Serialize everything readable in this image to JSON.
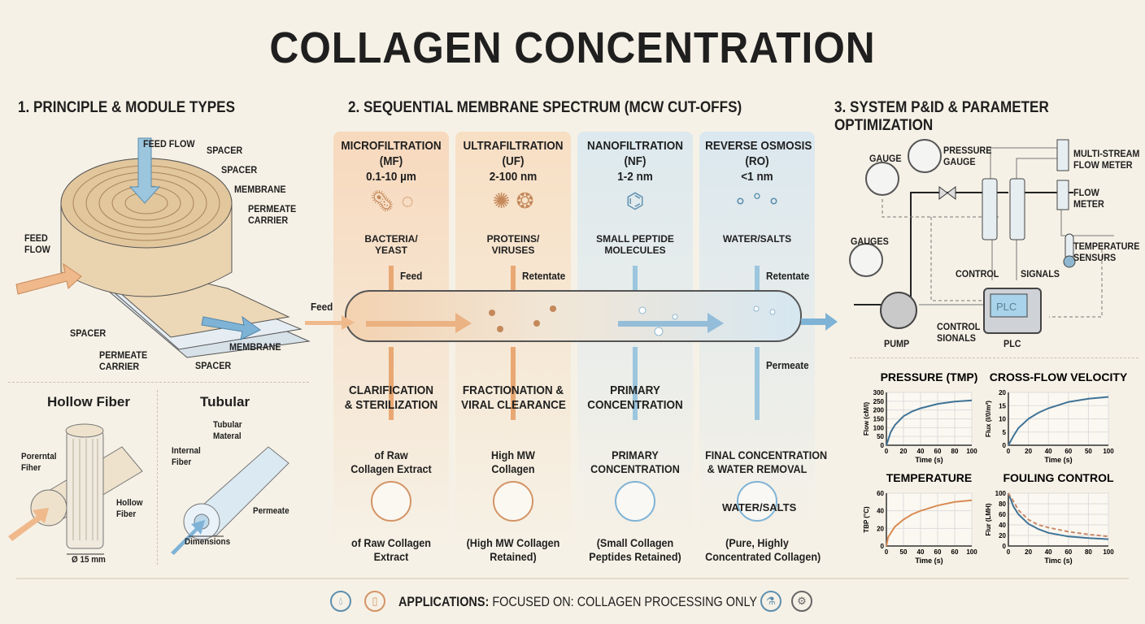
{
  "title": "COLLAGEN CONCENTRATION",
  "sections": {
    "s1": "1. PRINCIPLE & MODULE TYPES",
    "s2": "2. SEQUENTIAL MEMBRANE SPECTRUM (MCW CUT-OFFS)",
    "s3": "3. SYSTEM P&ID & PARAMETER OPTIMIZATION"
  },
  "spiral": {
    "feed_flow_top": "FEED FLOW",
    "feed_flow_left": "FEED\nFLOW",
    "spacer1": "SPACER",
    "spacer2": "SPACER",
    "membrane1": "MEMBRANE",
    "permeate_carrier1": "PERMEATE\nCARRIER",
    "spacer3": "SPACER",
    "permeate_carrier2": "PERMEATE\nCARRIER",
    "spacer4": "SPACER",
    "membrane2": "MEMBRANE"
  },
  "hollow": {
    "title": "Hollow Fiber",
    "porental": "Porerntal\nFiher",
    "hollow_fiber": "Hollow\nFiber",
    "dim": "Ø 15 mm"
  },
  "tubular": {
    "title": "Tubular",
    "material": "Tubular\nMateral",
    "internal": "Internal\nFiber",
    "permeate": "Permeate",
    "dimensions": "Dimensions"
  },
  "stages": [
    {
      "name": "MICROFILTRATION",
      "abbr": "(MF)",
      "range": "0.1-10 µm",
      "target": "BACTERIA/\nYEAST",
      "flow": "Feed",
      "purpose": "CLARIFICATION\n& STERILIZATION",
      "output": "of Raw\nCollagen Extract",
      "result": "of Raw Collagen\nExtract",
      "color": "#f7d9bd"
    },
    {
      "name": "ULTRAFILTRATION",
      "abbr": "(UF)",
      "range": "2-100 nm",
      "target": "PROTEINS/\nVIRUSES",
      "flow": "Retentate",
      "purpose": "FRACTIONATION &\nVIRAL CLEARANCE",
      "output": "High MW\nCollagen",
      "result": "(High MW Collagen\nRetained)",
      "color": "#f7dfc4"
    },
    {
      "name": "NANOFILTRATION",
      "abbr": "(NF)",
      "range": "1-2 nm",
      "target": "SMALL PEPTIDE\nMOLECULES",
      "flow": "",
      "purpose": "PRIMARY\nCONCENTRATION",
      "output": "PRIMARY\nCONCENTRATION",
      "result": "(Small Collagen\nPeptides Retained)",
      "color": "#dde9ee"
    },
    {
      "name": "REVERSE OSMOSIS",
      "abbr": "(RO)",
      "range": "<1 nm",
      "target": "WATER/SALTS",
      "flow": "Retentate",
      "purpose": "",
      "output": "FINAL CONCENTRATION\n& WATER REMOVAL",
      "result": "(Pure, Highly\nConcentrated Collagen)",
      "color": "#dbe8ef"
    }
  ],
  "pipe": {
    "feed": "Feed",
    "permeate": "Permeate",
    "ro_salts": "WATER/SALTS"
  },
  "pid": {
    "gauge": "GAUGE",
    "pressure_gauge": "PRESSURE\nGAUGE",
    "multi_stream": "MULTI-STREAM\nFLOW METER",
    "flow_meter": "FLOW\nMETER",
    "gauges": "GAUGES",
    "temp_sensors": "TEMPERATURE\nSENSURS",
    "control": "CONTROL",
    "signals": "SIGNALS",
    "control_signals": "CONTROL\nSIONALS",
    "pump": "PUMP",
    "plc": "PLC",
    "plc_screen": "PLC"
  },
  "footer": {
    "bold": "APPLICATIONS:",
    "text": " FOCUSED ON: COLLAGEN PROCESSING ONLY"
  },
  "chart_data": [
    {
      "type": "line",
      "title": "PRESSURE (TMP)",
      "xlabel": "Time (s)",
      "ylabel": "Flow (cM/l)",
      "xlim": [
        0,
        100
      ],
      "ylim": [
        0,
        300
      ],
      "xticks": [
        "0",
        "20",
        "40",
        "60",
        "80",
        "100"
      ],
      "yticks": [
        "0",
        "50",
        "100",
        "150",
        "200",
        "250",
        "300"
      ],
      "series": [
        {
          "name": "pressure",
          "color": "#3f7396",
          "dashed": false,
          "x": [
            0,
            5,
            10,
            20,
            30,
            40,
            60,
            80,
            100
          ],
          "y": [
            0,
            75,
            115,
            165,
            192,
            210,
            235,
            248,
            255
          ]
        }
      ]
    },
    {
      "type": "line",
      "title": "CROSS-FLOW VELOCITY",
      "xlabel": "Time (s)",
      "ylabel": "Flux (l/0/m²)",
      "xlim": [
        0,
        100
      ],
      "ylim": [
        0,
        20
      ],
      "xticks": [
        "0",
        "20",
        "40",
        "60",
        "50",
        "100"
      ],
      "yticks": [
        "0",
        "5",
        "10",
        "15",
        "20"
      ],
      "series": [
        {
          "name": "velocity",
          "color": "#3f7396",
          "dashed": false,
          "x": [
            0,
            5,
            10,
            20,
            30,
            40,
            60,
            80,
            100
          ],
          "y": [
            0,
            3.5,
            6.5,
            10,
            12.3,
            14,
            16.4,
            17.6,
            18.3
          ]
        }
      ]
    },
    {
      "type": "line",
      "title": "TEMPERATURE",
      "xlabel": "Time (s)",
      "ylabel": "TBP (°C)",
      "xlim": [
        0,
        100
      ],
      "ylim": [
        0,
        60
      ],
      "xticks": [
        "0",
        "50",
        "40",
        "60",
        "60",
        "100"
      ],
      "yticks": [
        "0",
        "20",
        "40",
        "60"
      ],
      "series": [
        {
          "name": "temperature",
          "color": "#d98b52",
          "dashed": false,
          "x": [
            0,
            2,
            10,
            20,
            30,
            40,
            60,
            80,
            100
          ],
          "y": [
            0,
            10,
            22,
            30,
            36,
            40,
            46,
            50,
            52
          ]
        }
      ]
    },
    {
      "type": "line",
      "title": "FOULING CONTROL",
      "xlabel": "Timc (s)",
      "ylabel": "Flur (LMH)",
      "xlim": [
        0,
        100
      ],
      "ylim": [
        0,
        100
      ],
      "xticks": [
        "0",
        "20",
        "40",
        "60",
        "80",
        "100"
      ],
      "yticks": [
        "0",
        "20",
        "40",
        "60",
        "80",
        "100"
      ],
      "series": [
        {
          "name": "solid",
          "color": "#3f7396",
          "dashed": false,
          "x": [
            0,
            5,
            10,
            20,
            30,
            40,
            60,
            80,
            100
          ],
          "y": [
            100,
            75,
            60,
            42,
            32,
            25,
            18,
            15,
            13
          ]
        },
        {
          "name": "dashed",
          "color": "#c98a6a",
          "dashed": true,
          "x": [
            0,
            5,
            10,
            20,
            30,
            40,
            60,
            80,
            100
          ],
          "y": [
            100,
            85,
            68,
            50,
            40,
            35,
            27,
            22,
            18
          ]
        }
      ]
    }
  ]
}
